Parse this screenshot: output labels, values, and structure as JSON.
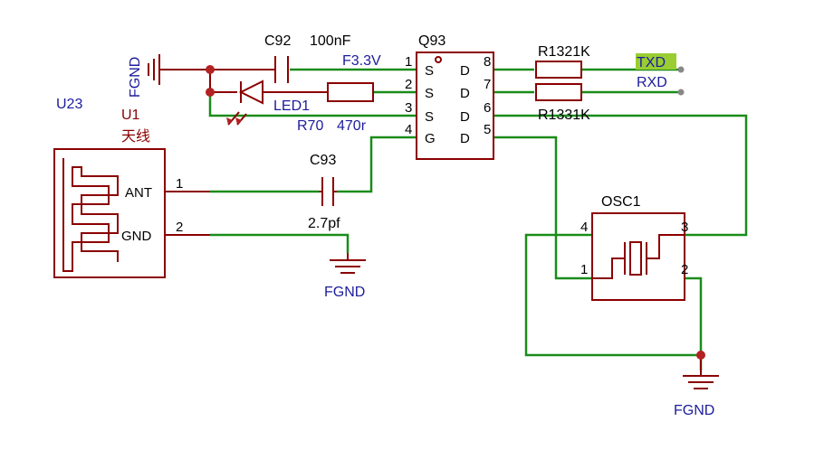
{
  "colors": {
    "wire": "#1a8c1a",
    "component": "#8b0000",
    "net_label": "#1c1c9c",
    "pin_text": "#000000",
    "txd_highlight": "#9acd32"
  },
  "antenna": {
    "ref": "U23",
    "designator": "U1",
    "name": "天线",
    "pins": [
      {
        "num": "1",
        "name": "ANT"
      },
      {
        "num": "2",
        "name": "GND"
      }
    ]
  },
  "ground_top": {
    "label": "FGND"
  },
  "ground_mid": {
    "label": "FGND"
  },
  "ground_right": {
    "label": "FGND"
  },
  "c92": {
    "ref": "C92",
    "value": "100nF"
  },
  "c93": {
    "ref": "C93",
    "value": "2.7pf"
  },
  "led": {
    "ref": "LED1"
  },
  "r70": {
    "ref": "R70",
    "value": "470r"
  },
  "power_net": {
    "label": "F3.3V"
  },
  "q93": {
    "ref": "Q93",
    "left_pins": [
      {
        "num": "1",
        "name": "S"
      },
      {
        "num": "2",
        "name": "S"
      },
      {
        "num": "3",
        "name": "S"
      },
      {
        "num": "4",
        "name": "G"
      }
    ],
    "right_pins": [
      {
        "num": "8",
        "name": "D"
      },
      {
        "num": "7",
        "name": "D"
      },
      {
        "num": "6",
        "name": "D"
      },
      {
        "num": "5",
        "name": "D"
      }
    ]
  },
  "r132": {
    "label": "R1321K"
  },
  "r133": {
    "label": "R1331K"
  },
  "txd": {
    "label": "TXD"
  },
  "rxd": {
    "label": "RXD"
  },
  "osc": {
    "ref": "OSC1",
    "pins": [
      {
        "num": "4"
      },
      {
        "num": "3"
      },
      {
        "num": "1"
      },
      {
        "num": "2"
      }
    ]
  }
}
